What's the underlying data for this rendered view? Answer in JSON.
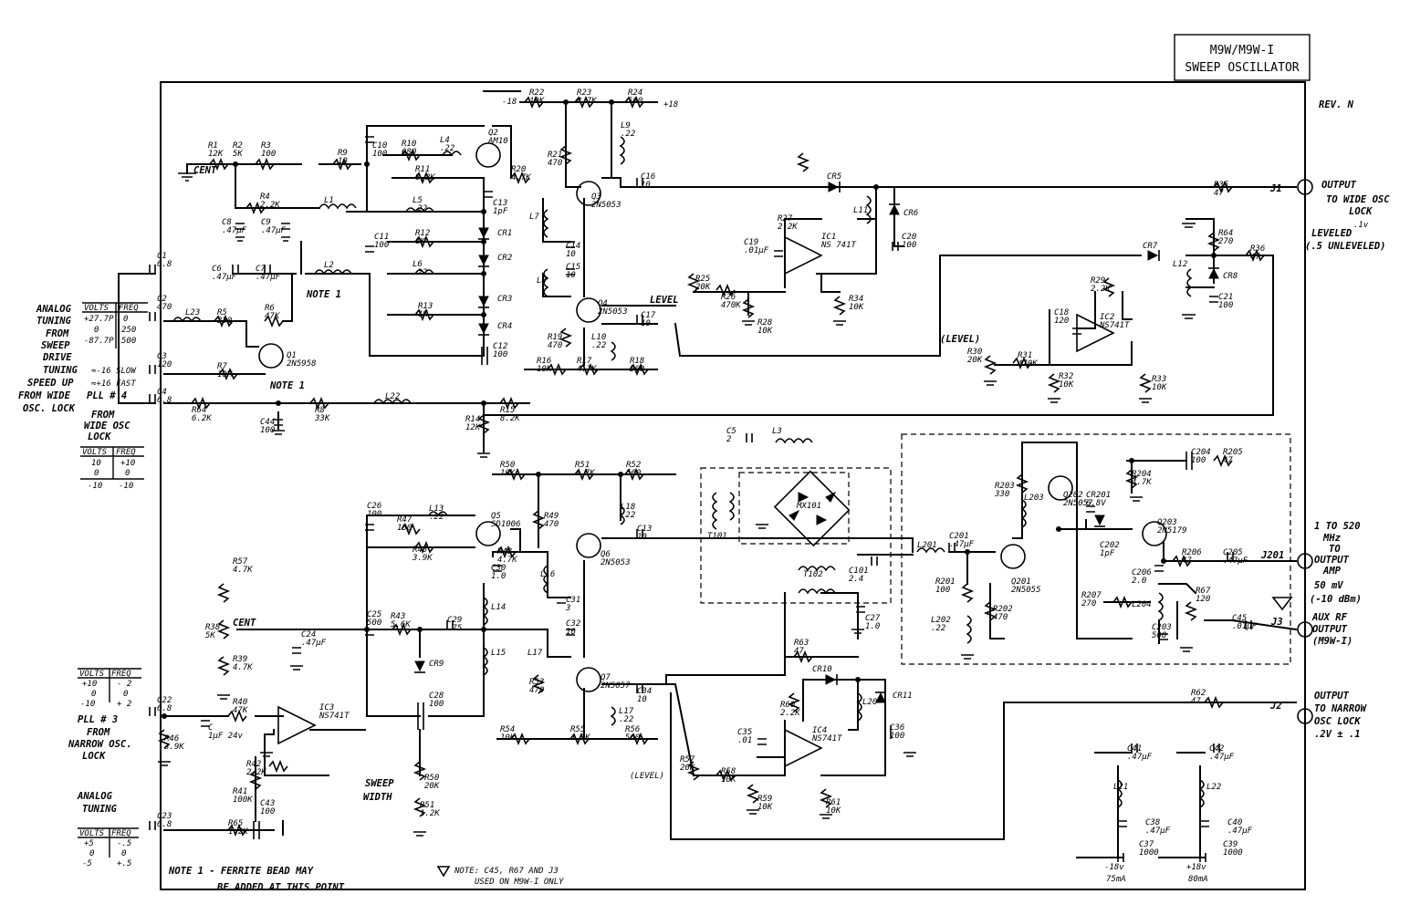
{
  "title_block": {
    "line1": "M9W/M9W-I",
    "line2": "SWEEP OSCILLATOR"
  },
  "revision": "REV. N",
  "connectors": {
    "J1": {
      "id": "J1",
      "desc1": "OUTPUT",
      "desc2": "TO WIDE OSC",
      "desc3": "LOCK",
      "level1": ".1v",
      "level2": "LEVELED",
      "level3": "(.5 UNLEVELED)"
    },
    "J201": {
      "id": "J201",
      "desc1": "1 TO 520",
      "desc2": "MHz",
      "desc3": "TO",
      "desc4": "OUTPUT",
      "desc5": "AMP",
      "level1": "50 mV",
      "level2": "(-10 dBm)"
    },
    "J3": {
      "id": "J3",
      "desc1": "AUX RF",
      "desc2": "OUTPUT",
      "desc3": "(M9W-I)"
    },
    "J2": {
      "id": "J2",
      "desc1": "OUTPUT",
      "desc2": "TO NARROW",
      "desc3": "OSC LOCK",
      "desc4": ".2V ± .1"
    }
  },
  "inputs": {
    "analog1": {
      "l1": "ANALOG",
      "l2": "TUNING",
      "l3": "FROM",
      "l4": "SWEEP",
      "l5": "DRIVE",
      "tbl_h1": "VOLTS",
      "tbl_h2": "FREQ",
      "r1a": "+27.7P",
      "r1b": "0",
      "r2a": "0",
      "r2b": "250",
      "r3a": "-87.7P",
      "r3b": "500"
    },
    "speedup": {
      "l1": "TUNING",
      "l2": "SPEED UP",
      "opt1": "≈-16 SLOW",
      "opt2": "≈+16 FAST"
    },
    "pll4": {
      "l1": "FROM WIDE",
      "l2": "PLL # 4",
      "l3": "OSC. LOCK",
      "l4": "FROM",
      "l5": "WIDE OSC",
      "l6": "LOCK",
      "tbl_h1": "VOLTS",
      "tbl_h2": "FREQ",
      "r1a": "10",
      "r1b": "+10",
      "r2a": "0",
      "r2b": "0",
      "r3a": "-10",
      "r3b": "-10"
    },
    "pll3": {
      "tbl_h1": "VOLTS",
      "tbl_h2": "FREQ",
      "r1a": "+10",
      "r1b": "- 2",
      "r2a": "0",
      "r2b": "0",
      "r3a": "-10",
      "r3b": "+ 2",
      "l1": "PLL # 3",
      "l2": "FROM",
      "l3": "NARROW OSC.",
      "l4": "LOCK"
    },
    "analog2": {
      "l1": "ANALOG",
      "l2": "TUNING",
      "tbl_h1": "VOLTS",
      "tbl_h2": "FREQ",
      "r1a": "+5",
      "r1b": "-.5",
      "r2a": "0",
      "r2b": "0",
      "r3a": "-5",
      "r3b": "+.5"
    }
  },
  "components": [
    {
      "t": "R1",
      "v": "12K"
    },
    {
      "t": "R2",
      "v": "5K"
    },
    {
      "t": "R3",
      "v": "100"
    },
    {
      "t": "R9",
      "v": "10"
    },
    {
      "t": "C10",
      "v": "100"
    },
    {
      "t": "R10",
      "v": "680"
    },
    {
      "t": "L4",
      "v": ".22"
    },
    {
      "t": "Q2",
      "v": "AM10"
    },
    {
      "t": "R11",
      "v": "8.2K"
    },
    {
      "t": "R20",
      "v": "4.7K"
    },
    {
      "t": "R22",
      "v": "10K"
    },
    {
      "t": "R23",
      "v": "4.7K"
    },
    {
      "t": "R24",
      "v": "560"
    },
    {
      "t": "R21",
      "v": "470"
    },
    {
      "t": "L9",
      "v": ".22"
    },
    {
      "t": "Q3",
      "v": "2N5053"
    },
    {
      "t": "C16",
      "v": "10"
    },
    {
      "t": "C13",
      "v": "1pF"
    },
    {
      "t": "R4",
      "v": "2.2K"
    },
    {
      "t": "L1",
      "v": ""
    },
    {
      "t": "L5",
      "v": ".22"
    },
    {
      "t": "C8",
      "v": ".47µF"
    },
    {
      "t": "C9",
      "v": ".47µF"
    },
    {
      "t": "C11",
      "v": "100"
    },
    {
      "t": "R12",
      "v": "1K"
    },
    {
      "t": "CR1",
      "v": ""
    },
    {
      "t": "CR2",
      "v": ""
    },
    {
      "t": "CR3",
      "v": ""
    },
    {
      "t": "CR4",
      "v": ""
    },
    {
      "t": "C1",
      "v": "6.8"
    },
    {
      "t": "C6",
      "v": ".47µF"
    },
    {
      "t": "C7",
      "v": ".47µF"
    },
    {
      "t": "L2",
      "v": ""
    },
    {
      "t": "L6",
      "v": ".22"
    },
    {
      "t": "R13",
      "v": "1K"
    },
    {
      "t": "C2",
      "v": "470"
    },
    {
      "t": "L23",
      "v": ""
    },
    {
      "t": "R6",
      "v": "47K"
    },
    {
      "t": "R5",
      "v": "330"
    },
    {
      "t": "Q1",
      "v": "2N5958"
    },
    {
      "t": "C3",
      "v": "120"
    },
    {
      "t": "R7",
      "v": "10M"
    },
    {
      "t": "C4",
      "v": "6.8"
    },
    {
      "t": "R64",
      "v": "6.2K"
    },
    {
      "t": "C44",
      "v": "100"
    },
    {
      "t": "R8",
      "v": "33K"
    },
    {
      "t": "L22",
      "v": ""
    },
    {
      "t": "R14",
      "v": "12K"
    },
    {
      "t": "R15",
      "v": "8.2K"
    },
    {
      "t": "L7",
      "v": ""
    },
    {
      "t": "C14",
      "v": "10"
    },
    {
      "t": "C15",
      "v": "10"
    },
    {
      "t": "L8",
      "v": ""
    },
    {
      "t": "Q4",
      "v": "2N5053"
    },
    {
      "t": "R19",
      "v": "470"
    },
    {
      "t": "L10",
      "v": ".22"
    },
    {
      "t": "C17",
      "v": "10"
    },
    {
      "t": "C12",
      "v": "100"
    },
    {
      "t": "R16",
      "v": "10K"
    },
    {
      "t": "R17",
      "v": "4.7K"
    },
    {
      "t": "R18",
      "v": "560"
    },
    {
      "t": "CR5",
      "v": ""
    },
    {
      "t": "R27",
      "v": "2.2K"
    },
    {
      "t": "IC1",
      "v": "NS 741T"
    },
    {
      "t": "L11",
      "v": ""
    },
    {
      "t": "CR6",
      "v": ""
    },
    {
      "t": "C20",
      "v": "100"
    },
    {
      "t": "C19",
      "v": ".01µF"
    },
    {
      "t": "R25",
      "v": "20K"
    },
    {
      "t": "R26",
      "v": "470K"
    },
    {
      "t": "R28",
      "v": "10K"
    },
    {
      "t": "R34",
      "v": "10K"
    },
    {
      "t": "R35",
      "v": "47"
    },
    {
      "t": "R64",
      "v": "270"
    },
    {
      "t": "R36",
      "v": "47"
    },
    {
      "t": "CR7",
      "v": ""
    },
    {
      "t": "CR8",
      "v": ""
    },
    {
      "t": "L12",
      "v": ""
    },
    {
      "t": "C21",
      "v": "100"
    },
    {
      "t": "R29",
      "v": "2.2K"
    },
    {
      "t": "C18",
      "v": "120"
    },
    {
      "t": "IC2",
      "v": "NS741T"
    },
    {
      "t": "R30",
      "v": "20K"
    },
    {
      "t": "R31",
      "v": "470K"
    },
    {
      "t": "R32",
      "v": "10K"
    },
    {
      "t": "R33",
      "v": "10K"
    },
    {
      "t": "C5",
      "v": "2"
    },
    {
      "t": "L3",
      "v": ""
    },
    {
      "t": "T101",
      "v": ""
    },
    {
      "t": "MX101",
      "v": ""
    },
    {
      "t": "T102",
      "v": ""
    },
    {
      "t": "C101",
      "v": "2.4"
    },
    {
      "t": "C27",
      "v": "1.0"
    },
    {
      "t": "R63",
      "v": "47"
    },
    {
      "t": "CR10",
      "v": ""
    },
    {
      "t": "CR11",
      "v": ""
    },
    {
      "t": "L201",
      "v": ""
    },
    {
      "t": "C201",
      "v": ".47µF"
    },
    {
      "t": "R201",
      "v": "100"
    },
    {
      "t": "L202",
      "v": ".22"
    },
    {
      "t": "Q201",
      "v": "2N5055"
    },
    {
      "t": "R202",
      "v": "470"
    },
    {
      "t": "R203",
      "v": "330"
    },
    {
      "t": "L203",
      "v": ""
    },
    {
      "t": "Q202",
      "v": "2N5057"
    },
    {
      "t": "CR201",
      "v": "6.8V"
    },
    {
      "t": "C202",
      "v": "1pF"
    },
    {
      "t": "R204",
      "v": "4.7K"
    },
    {
      "t": "C204",
      "v": "100"
    },
    {
      "t": "R205",
      "v": "47"
    },
    {
      "t": "Q203",
      "v": "2N5179"
    },
    {
      "t": "R206",
      "v": "47"
    },
    {
      "t": "C205",
      "v": ".47µF"
    },
    {
      "t": "C206",
      "v": "2.0"
    },
    {
      "t": "R207",
      "v": "270"
    },
    {
      "t": "L204",
      "v": ""
    },
    {
      "t": "C203",
      "v": "500"
    },
    {
      "t": "R67",
      "v": "120"
    },
    {
      "t": "C45",
      "v": ".01µF"
    },
    {
      "t": "R50",
      "v": "10K"
    },
    {
      "t": "R51",
      "v": "4.7K"
    },
    {
      "t": "R52",
      "v": "560"
    },
    {
      "t": "C26",
      "v": "100"
    },
    {
      "t": "R47",
      "v": "150"
    },
    {
      "t": "L13",
      "v": ".22"
    },
    {
      "t": "Q5",
      "v": "SD1006"
    },
    {
      "t": "R45",
      "v": "3.9K"
    },
    {
      "t": "R48",
      "v": "4.7K"
    },
    {
      "t": "R49",
      "v": "470"
    },
    {
      "t": "L18",
      "v": ".22"
    },
    {
      "t": "Q6",
      "v": "2N5053"
    },
    {
      "t": "C13",
      "v": "10"
    },
    {
      "t": "C30",
      "v": "1.0"
    },
    {
      "t": "L16",
      "v": ""
    },
    {
      "t": "C31",
      "v": "3"
    },
    {
      "t": "L14",
      "v": ""
    },
    {
      "t": "R57",
      "v": "4.7K"
    },
    {
      "t": "R38",
      "v": "5K"
    },
    {
      "t": "R39",
      "v": "4.7K"
    },
    {
      "t": "C24",
      "v": ".47µF"
    },
    {
      "t": "C25",
      "v": "500"
    },
    {
      "t": "R43",
      "v": "5.6K"
    },
    {
      "t": "C29",
      "v": ".75"
    },
    {
      "t": "CR9",
      "v": ""
    },
    {
      "t": "L15",
      "v": ""
    },
    {
      "t": "L17",
      "v": ""
    },
    {
      "t": "C32",
      "v": "10"
    },
    {
      "t": "Q7",
      "v": "2N5057"
    },
    {
      "t": "R53",
      "v": "470"
    },
    {
      "t": "L17",
      "v": ".22"
    },
    {
      "t": "C34",
      "v": "10"
    },
    {
      "t": "C28",
      "v": "100"
    },
    {
      "t": "C22",
      "v": "6.8"
    },
    {
      "t": "R46",
      "v": "3.9K"
    },
    {
      "t": "C",
      "v": "1µF 24v"
    },
    {
      "t": "R40",
      "v": "47K"
    },
    {
      "t": "IC3",
      "v": "NS741T"
    },
    {
      "t": "R42",
      "v": "2.2K"
    },
    {
      "t": "R41",
      "v": "100K"
    },
    {
      "t": "C43",
      "v": "100"
    },
    {
      "t": "R50",
      "v": "20K"
    },
    {
      "t": "R51",
      "v": "1.2K"
    },
    {
      "t": "C23",
      "v": "6.8"
    },
    {
      "t": "R65",
      "v": "1.2K"
    },
    {
      "t": "R54",
      "v": "10K"
    },
    {
      "t": "R55",
      "v": "4.7K"
    },
    {
      "t": "R56",
      "v": "560"
    },
    {
      "t": "C35",
      "v": ".01"
    },
    {
      "t": "R60",
      "v": "2.2K"
    },
    {
      "t": "IC4",
      "v": "NS741T"
    },
    {
      "t": "L20",
      "v": ""
    },
    {
      "t": "C36",
      "v": "100"
    },
    {
      "t": "R57",
      "v": "20K"
    },
    {
      "t": "R58",
      "v": "10K"
    },
    {
      "t": "R59",
      "v": "10K"
    },
    {
      "t": "R61",
      "v": "10K"
    },
    {
      "t": "R62",
      "v": "47"
    },
    {
      "t": "C41",
      "v": ".47µF"
    },
    {
      "t": "L21",
      "v": ""
    },
    {
      "t": "C38",
      "v": ".47µF"
    },
    {
      "t": "C37",
      "v": "1000"
    },
    {
      "t": "C42",
      "v": ".47µF"
    },
    {
      "t": "L22",
      "v": ""
    },
    {
      "t": "C40",
      "v": ".47µF"
    },
    {
      "t": "C39",
      "v": "1000"
    }
  ],
  "net_labels": {
    "cent1": "CENT",
    "cent2": "CENT",
    "level1": "LEVEL",
    "level2": "(LEVEL)",
    "level3": "(LEVEL)",
    "sweep_width": "SWEEP",
    "sweep_width2": "WIDTH",
    "note1a": "NOTE 1",
    "note1b": "NOTE 1",
    "supply_m18": "-18",
    "supply_p18": "+18",
    "supply_a": "-18v",
    "supply_a2": "75mA",
    "supply_b": "+18v",
    "supply_b2": "80mA"
  },
  "notes": {
    "note1_line1": "NOTE 1 - FERRITE BEAD MAY",
    "note1_line2": "BE ADDED AT THIS POINT",
    "note2_line1": "NOTE: C45, R67 AND J3",
    "note2_line2": "USED ON M9W-I ONLY"
  }
}
